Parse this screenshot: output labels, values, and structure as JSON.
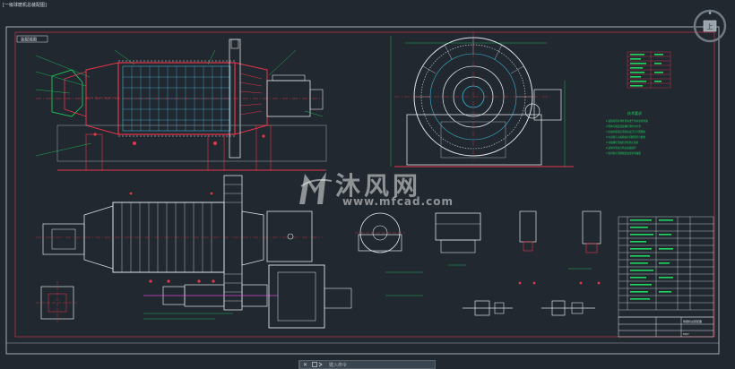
{
  "window": {
    "tab_title": "[一级球磨机总装配图]"
  },
  "drawing": {
    "view_label": "装配视图",
    "notes_title": "技术要求",
    "notes": [
      "1.装配前所有零件须清洗干净并涂防锈油",
      "2.筒体与端盖连接螺栓须均匀拧紧",
      "3.主轴承装配后须转动灵活无卡阻现象",
      "4.大齿轮与小齿轮啮合间隙须符合要求",
      "5.衬板螺栓须加密封垫防止漏浆",
      "6.试车时须先空转后加载运行",
      "7.各润滑点须按规定加注润滑油脂"
    ],
    "title_block_name": "球磨机总装配图",
    "title_block_code": "MQY"
  },
  "watermark": {
    "cn": "沐风网",
    "en": "www.mfcad.com"
  },
  "command_line": {
    "placeholder": "键入命令",
    "close_glyph": "✕"
  },
  "viewcube": {
    "label": "上"
  },
  "colors": {
    "background": "#212830",
    "frame": "#c8ccd0",
    "green": "#1fd65f",
    "red": "#e8364a",
    "cyan": "#3fb8d8",
    "white": "#dfe3e7",
    "gray": "#8d98a3",
    "magenta": "#d04ad8",
    "yellow": "#d8d24a"
  }
}
